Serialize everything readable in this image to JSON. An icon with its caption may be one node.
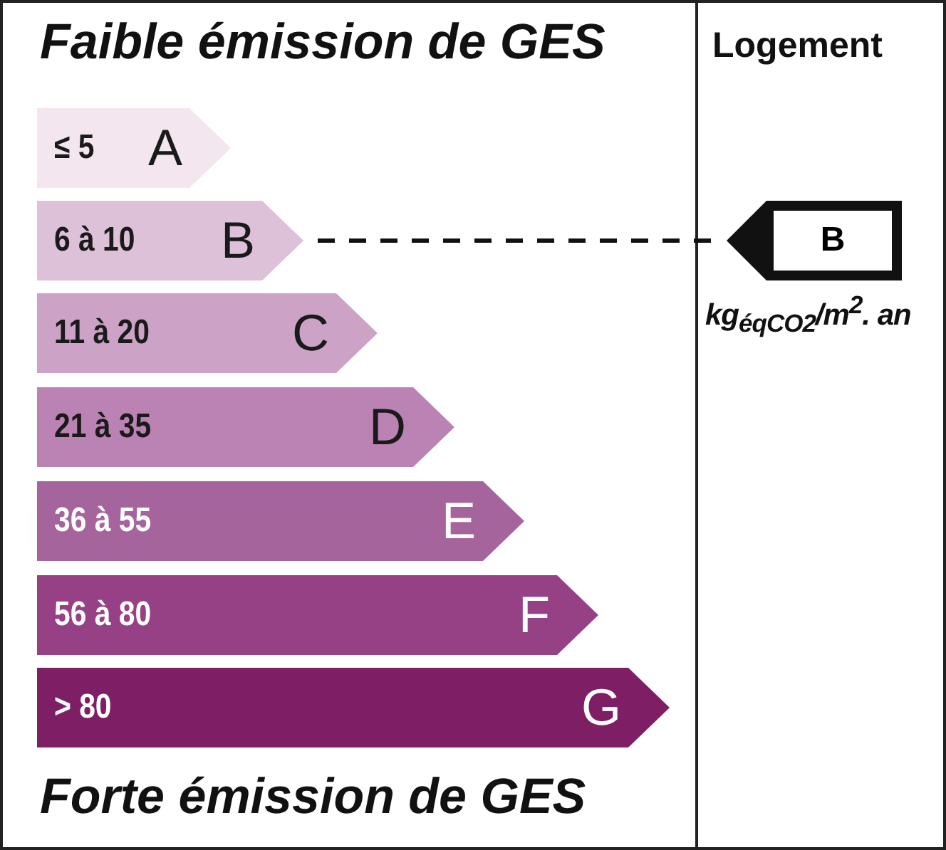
{
  "diagram": {
    "nodes": [
      {
        "text": [
          "≤ 5",
          "A"
        ]
      },
      {
        "text": [
          "6 à 10",
          "B"
        ]
      },
      {
        "text": [
          "11 à 20",
          "C"
        ]
      },
      {
        "text": [
          "21 à 35",
          "D"
        ]
      },
      {
        "text": [
          "36 à 55",
          "E"
        ]
      },
      {
        "text": [
          "56 à 80",
          "F"
        ]
      },
      {
        "text": [
          "> 80",
          "G"
        ]
      },
      {
        "text": [
          "B"
        ]
      }
    ],
    "edges": [
      {
        "from": 1,
        "to": 7,
        "arrow": "none",
        "style": "dashed"
      }
    ],
    "labels": [
      "Faible émission de GES",
      "Logement",
      "kg$_{éqCO2}$/m$^{2}$. an",
      "Forte émission de GES"
    ]
  }
}
